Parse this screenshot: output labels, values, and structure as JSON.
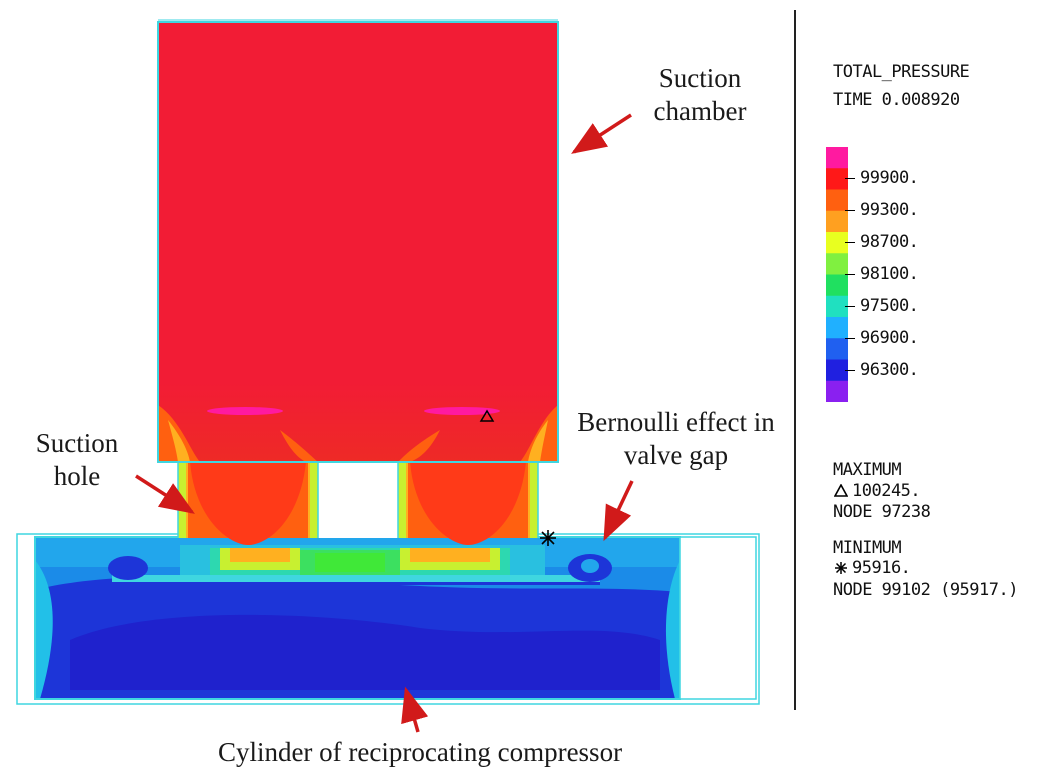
{
  "annotations": {
    "suction_chamber": [
      "Suction",
      "chamber"
    ],
    "suction_hole": [
      "Suction",
      "hole"
    ],
    "bernoulli": [
      "Bernoulli effect in",
      "valve gap"
    ],
    "cylinder": "Cylinder of reciprocating compressor"
  },
  "legend": {
    "quantity": "TOTAL_PRESSURE",
    "time": "TIME 0.008920",
    "scale_labels": [
      "99900.",
      "99300.",
      "98700.",
      "98100.",
      "97500.",
      "96900.",
      "96300."
    ],
    "scale_colors_top_to_bottom": [
      "#ff1aa0",
      "#ff1818",
      "#ff6010",
      "#ffa020",
      "#e8ff20",
      "#80f040",
      "#20e060",
      "#20e0c0",
      "#20b0ff",
      "#2060f0",
      "#2020e0",
      "#8a20f0"
    ],
    "maximum": {
      "label": "MAXIMUM",
      "symbol": "triangle-icon",
      "value": "100245.",
      "node": "NODE 97238"
    },
    "minimum": {
      "label": "MINIMUM",
      "symbol": "asterisk-icon",
      "value": "95916.",
      "node": "NODE 99102 (95917.)"
    }
  },
  "colors": {
    "chamber": "#f21c35",
    "cylinder_dark": "#1d35d8",
    "cylinder_light": "#1b8be8",
    "outline": "#3fd6e0",
    "arrow": "#d11a1a"
  }
}
